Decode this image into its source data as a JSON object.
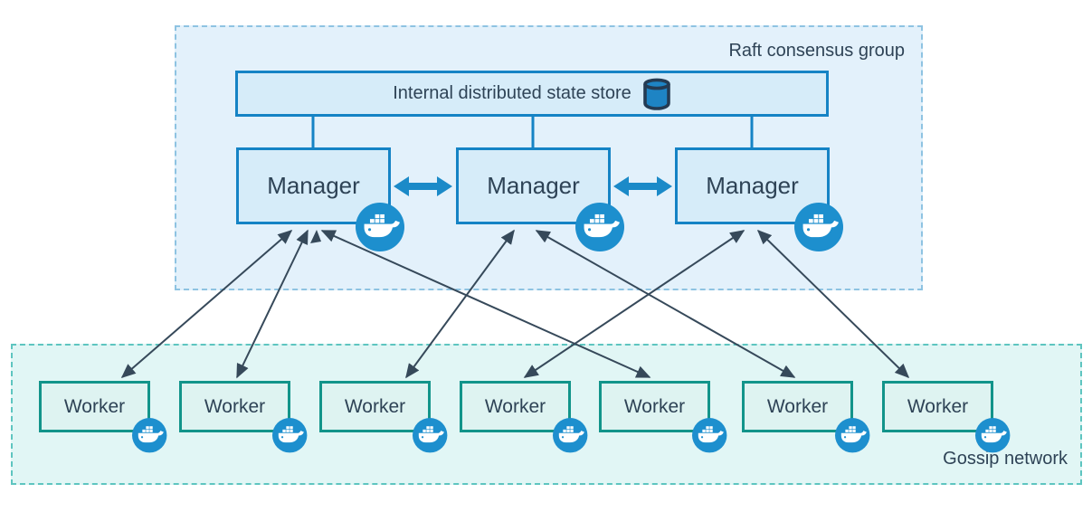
{
  "diagram": {
    "raft_group": {
      "label": "Raft consensus group",
      "state_store": {
        "label": "Internal distributed state store",
        "icon": "database-icon"
      },
      "managers": [
        {
          "id": "manager-1",
          "label": "Manager",
          "icon": "docker-icon"
        },
        {
          "id": "manager-2",
          "label": "Manager",
          "icon": "docker-icon"
        },
        {
          "id": "manager-3",
          "label": "Manager",
          "icon": "docker-icon"
        }
      ]
    },
    "gossip_network": {
      "label": "Gossip network",
      "workers": [
        {
          "id": "worker-1",
          "label": "Worker",
          "icon": "docker-icon"
        },
        {
          "id": "worker-2",
          "label": "Worker",
          "icon": "docker-icon"
        },
        {
          "id": "worker-3",
          "label": "Worker",
          "icon": "docker-icon"
        },
        {
          "id": "worker-4",
          "label": "Worker",
          "icon": "docker-icon"
        },
        {
          "id": "worker-5",
          "label": "Worker",
          "icon": "docker-icon"
        },
        {
          "id": "worker-6",
          "label": "Worker",
          "icon": "docker-icon"
        },
        {
          "id": "worker-7",
          "label": "Worker",
          "icon": "docker-icon"
        }
      ]
    },
    "edges": {
      "store_links": [
        "manager-1",
        "manager-2",
        "manager-3"
      ],
      "manager_peer_links": [
        {
          "from": "manager-1",
          "to": "manager-2",
          "bidirectional": true
        },
        {
          "from": "manager-2",
          "to": "manager-3",
          "bidirectional": true
        }
      ],
      "manager_worker_links": [
        {
          "from": "manager-1",
          "to": "worker-1",
          "bidirectional": true
        },
        {
          "from": "manager-1",
          "to": "worker-2",
          "bidirectional": true
        },
        {
          "from": "manager-1",
          "to": "worker-5",
          "bidirectional": true
        },
        {
          "from": "manager-2",
          "to": "worker-3",
          "bidirectional": true
        },
        {
          "from": "manager-2",
          "to": "worker-6",
          "bidirectional": true
        },
        {
          "from": "manager-3",
          "to": "worker-4",
          "bidirectional": true
        },
        {
          "from": "manager-3",
          "to": "worker-7",
          "bidirectional": true
        }
      ]
    },
    "colors": {
      "raft_fill": "#e3f1fb",
      "raft_dash": "#8ec3e2",
      "gossip_fill": "#e1f6f5",
      "gossip_dash": "#5ec5c0",
      "box_fill": "#d6ecf9",
      "blue_border": "#1583c5",
      "worker_fill": "#def3f1",
      "teal_border": "#12948a",
      "docker_blue": "#1d8fce",
      "thick_arrow": "#1b8ac8",
      "arrow_dark": "#36495a",
      "text_dark": "#2e4356",
      "db_fill": "#1e84c4",
      "db_stroke": "#243b53"
    }
  }
}
